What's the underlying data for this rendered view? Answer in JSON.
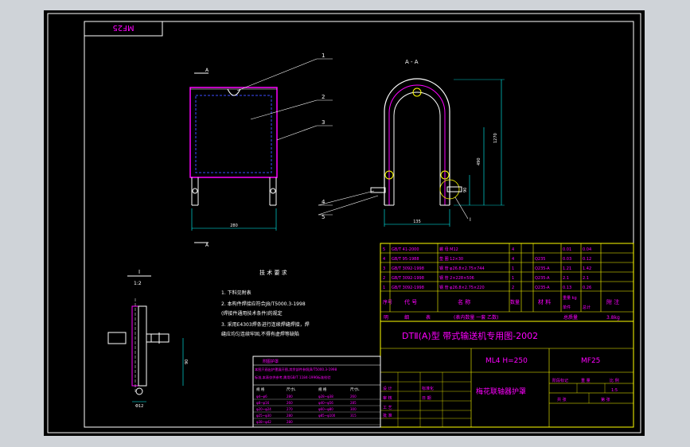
{
  "drawing_code": "MF25",
  "section_label": "A - A",
  "section_marker": "A",
  "detail_marker": "I",
  "detail_scale": "1:2",
  "part_numbers": [
    "1",
    "2",
    "3",
    "4",
    "5"
  ],
  "dimensions": {
    "width_front": "280",
    "width_side": "135",
    "height_total": "1270",
    "height_mid": "490",
    "height_small": "90",
    "detail_h": "90",
    "detail_w": "Φ12"
  },
  "tech_req": {
    "title": "技 术 要 求",
    "items": [
      "1. 下料见附表",
      "2. 本构件焊接应符合JB/T5000.3-1998",
      "   (焊接件通用技术条件)的规定",
      "3. 采用E4303焊条进行连续焊缝焊接，焊",
      "   缝应均匀连续牢固,不得有虚焊等缺陷"
    ]
  },
  "bom": {
    "rows": [
      [
        "5",
        "GB/T 41-2000",
        "螺 母 M12",
        "4",
        "",
        "",
        "0.01",
        "0.04"
      ],
      [
        "4",
        "GB/T 95-1988",
        "垫 圈 12×30",
        "4",
        "",
        "Q235",
        "0.03",
        "0.12"
      ],
      [
        "3",
        "GB/T 3092-1998",
        "钢 管 φ26.8×2.75×744",
        "1",
        "",
        "Q235-A",
        "1.21",
        "1.42"
      ],
      [
        "2",
        "GB/T 3092-1998",
        "钢 管 2×228×506",
        "1",
        "",
        "Q235-A",
        "2.1",
        "2.1"
      ],
      [
        "1",
        "GB/T 3092-1998",
        "钢 管 φ26.8×2.75×220",
        "2",
        "",
        "Q235-A",
        "0.13",
        "0.26"
      ]
    ],
    "header": [
      "序号",
      "代 号",
      "名 称",
      "数量",
      "",
      "材 料",
      "单件",
      "总计",
      "附 注"
    ],
    "mass_label": "重量 kg",
    "footer": [
      "明",
      "细",
      "表",
      "(表内数量 一套 乙数)",
      "总质量",
      "3.8kg"
    ]
  },
  "title_block": {
    "series": "DTⅡ(A)型 带式输送机专用图-2002",
    "spec": "ML4 H=250",
    "code": "MF25",
    "name": "梅花联轴器护罩",
    "scale": "1:5"
  },
  "cut_table": {
    "title": "附图护罩",
    "note1": "本图只画出护罩展开图,其余部件参照JB/T5000.3-1998",
    "note2": "标准,本表仅供参考,需用GB/T 1184-1996标准检验",
    "header": [
      "规 格",
      "尺寸L",
      "规 格",
      "尺寸L"
    ],
    "rows": [
      [
        "φ4~φ6",
        "280",
        "φ28~φ38",
        "260"
      ],
      [
        "φ8~φ16",
        "260",
        "φ40~φ56",
        "285"
      ],
      [
        "φ20~φ24",
        "270",
        "φ60~φ80",
        "300"
      ],
      [
        "φ25~φ30",
        "280",
        "φ85~φ100",
        "315"
      ],
      [
        "φ38~φ42",
        "280",
        "",
        ""
      ]
    ]
  },
  "sign_labels": [
    "设 计",
    "审 核",
    "工 艺",
    "批 准",
    "标准化",
    "日 期",
    "共 张",
    "第 张",
    "阶段标记",
    "重 量",
    "比 例"
  ],
  "colors": {
    "frame": "#ffffff",
    "pink": "#ff00ff",
    "yellow": "#ffff00",
    "green": "#00ff00",
    "cyan": "#00ffff",
    "red": "#ff0000",
    "blue": "#3b4bff"
  }
}
